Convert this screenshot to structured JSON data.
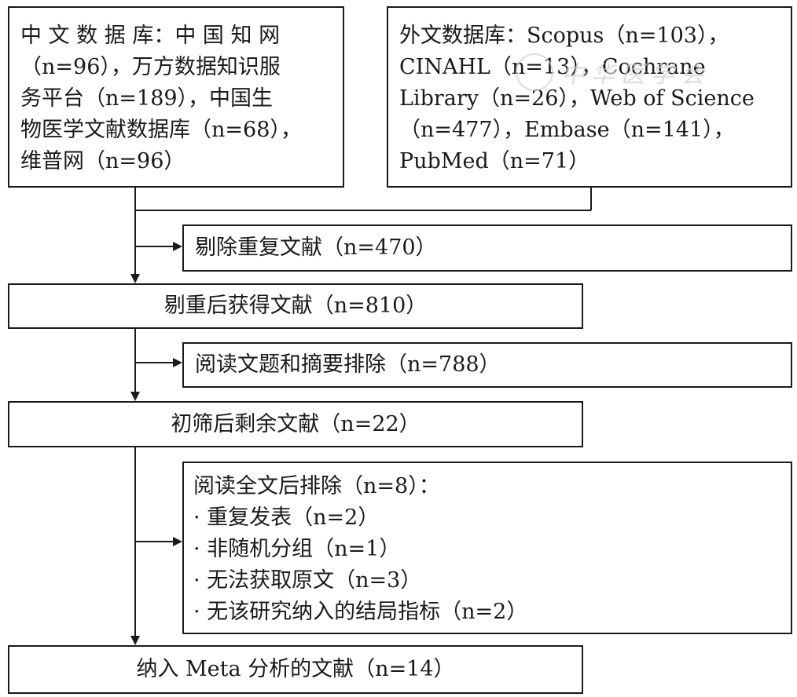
{
  "boxes": {
    "chinese_databases": [
      "中 文 数 据 库：中 国 知 网",
      "（n=96），万方数据知识服",
      "务平台（n=189），中国生",
      "物医学文献数据库（n=68），",
      "维普网（n=96）"
    ],
    "foreign_databases": [
      "外文数据库：Scopus（n=103），",
      "CINAHL（n=13），Cochrane",
      "Library（n=26），Web of Science",
      "（n=477），Embase（n=141），",
      "PubMed（n=71）"
    ],
    "duplicates_removed": "剔除重复文献（n=470）",
    "after_dedup": "剔重后获得文献（n=810）",
    "excluded_title_abstract": "阅读文题和摘要排除（n=788）",
    "after_screening": "初筛后剩余文献（n=22）",
    "excluded_fulltext": {
      "title": "阅读全文后排除（n=8）：",
      "reasons": [
        "· 重复发表（n=2）",
        "· 非随机分组（n=1）",
        "· 无法获取原文（n=3）",
        "· 无该研究纳入的结局指标（n=2）"
      ]
    },
    "included_meta": "纳入 Meta 分析的文献（n=14）"
  },
  "watermark": "中华医学会"
}
